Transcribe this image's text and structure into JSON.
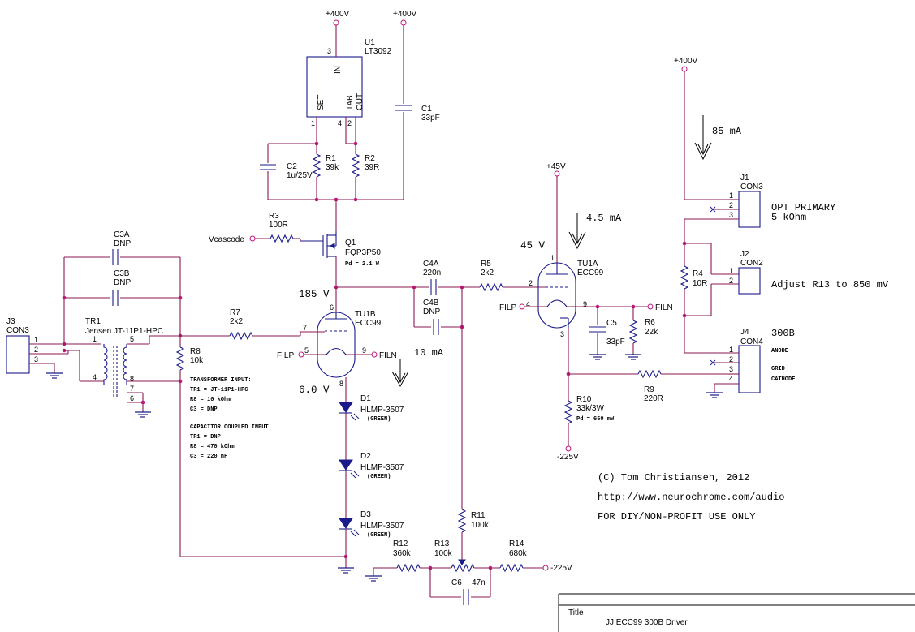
{
  "diagram": {
    "supplies": {
      "p400": "+400V",
      "p45": "+45V",
      "m225": "-225V"
    },
    "u1": {
      "ref": "U1",
      "part": "LT3092",
      "in": "IN",
      "set": "SET",
      "tab": "TAB",
      "out": "OUT",
      "pin_in": "3",
      "pin_set": "1",
      "pin_tab": "4",
      "pin_out": "2"
    },
    "c1": {
      "ref": "C1",
      "value": "33pF"
    },
    "c2": {
      "ref": "C2",
      "value": "1u/25V"
    },
    "r1": {
      "ref": "R1",
      "value": "39k"
    },
    "r2": {
      "ref": "R2",
      "value": "39R"
    },
    "r3": {
      "ref": "R3",
      "value": "100R"
    },
    "q1": {
      "ref": "Q1",
      "part": "FQP3P50",
      "pd": "Pd = 2.1 W"
    },
    "vcascode": "Vcascode",
    "c3a": {
      "ref": "C3A",
      "value": "DNP"
    },
    "c3b": {
      "ref": "C3B",
      "value": "DNP"
    },
    "j3": {
      "ref": "J3",
      "part": "CON3",
      "p1": "1",
      "p2": "2",
      "p3": "3"
    },
    "tr1": {
      "ref": "TR1",
      "part": "Jensen JT-11P1-HPC",
      "p1": "1",
      "p4": "4",
      "p5": "5",
      "p6": "6",
      "p7": "7",
      "p8": "8"
    },
    "r7": {
      "ref": "R7",
      "value": "2k2"
    },
    "r8": {
      "ref": "R8",
      "value": "10k"
    },
    "tu1b": {
      "ref": "TU1B",
      "part": "ECC99",
      "p6": "6",
      "p7": "7",
      "p5": "5",
      "p9": "9",
      "p8": "8"
    },
    "filp": "FILP",
    "filn": "FILN",
    "notes": {
      "tx_title": "TRANSFORMER INPUT:",
      "tx_1": "TR1 = JT-11P1-HPC",
      "tx_2": "R8 = 10 kOhm",
      "tx_3": "C3 = DNP",
      "cap_title": "CAPACITOR COUPLED INPUT",
      "cap_1": "TR1 = DNP",
      "cap_2": "R8 = 470 kOhm",
      "cap_3": "C3 = 220 nF"
    },
    "v185": "185 V",
    "v6": "6.0 V",
    "i10": "10 mA",
    "v45": "45 V",
    "i45": "4.5 mA",
    "i85": "85 mA",
    "c4a": {
      "ref": "C4A",
      "value": "220n"
    },
    "c4b": {
      "ref": "C4B",
      "value": "DNP"
    },
    "r5": {
      "ref": "R5",
      "value": "2k2"
    },
    "tu1a": {
      "ref": "TU1A",
      "part": "ECC99",
      "p1": "1",
      "p2": "2",
      "p4": "4",
      "p9": "9",
      "p3": "3"
    },
    "c5": {
      "ref": "C5",
      "value": "33pF"
    },
    "r6": {
      "ref": "R6",
      "value": "22k"
    },
    "r9": {
      "ref": "R9",
      "value": "220R"
    },
    "r10": {
      "ref": "R10",
      "value": "33k/3W",
      "pd": "Pd = 650 mW"
    },
    "d1": {
      "ref": "D1",
      "part": "HLMP-3507",
      "color": "(GREEN)"
    },
    "d2": {
      "ref": "D2",
      "part": "HLMP-3507",
      "color": "(GREEN)"
    },
    "d3": {
      "ref": "D3",
      "part": "HLMP-3507",
      "color": "(GREEN)"
    },
    "r11": {
      "ref": "R11",
      "value": "100k"
    },
    "r12": {
      "ref": "R12",
      "value": "360k"
    },
    "r13": {
      "ref": "R13",
      "value": "100k"
    },
    "r14": {
      "ref": "R14",
      "value": "680k"
    },
    "c6": {
      "ref": "C6",
      "value": "47n"
    },
    "j1": {
      "ref": "J1",
      "part": "CON3",
      "p1": "1",
      "p2": "2",
      "p3": "3",
      "label1": "OPT PRIMARY",
      "label2": "5 kOhm"
    },
    "j2": {
      "ref": "J2",
      "part": "CON2",
      "p1": "1",
      "p2": "2",
      "label": "Adjust R13 to 850 mV"
    },
    "r4": {
      "ref": "R4",
      "value": "10R"
    },
    "j4": {
      "ref": "J4",
      "part": "CON4",
      "p1": "1",
      "p2": "2",
      "p3": "3",
      "p4": "4",
      "title": "300B",
      "anode": "ANODE",
      "grid": "GRID",
      "cathode": "CATHODE"
    },
    "copyright": "(C)  Tom Christiansen, 2012",
    "url": "http://www.neurochrome.com/audio",
    "license": "FOR DIY/NON-PROFIT USE ONLY",
    "titleblock": {
      "label": "Title",
      "value": "JJ ECC99 300B Driver"
    }
  }
}
